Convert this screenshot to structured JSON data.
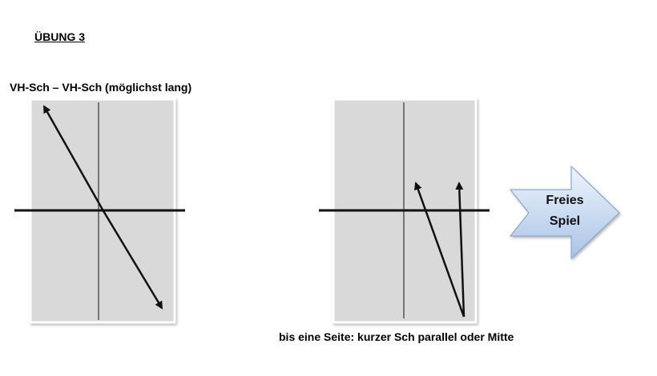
{
  "heading": "ÜBUNG 3",
  "left_diagram": {
    "title": "VH-Sch – VH-Sch (möglichst lang)"
  },
  "right_diagram": {
    "caption": "bis eine Seite: kurzer Sch parallel oder Mitte"
  },
  "next_arrow": {
    "label": "Freies\nSpiel"
  },
  "colors": {
    "court_fill": "#d9d9d9",
    "court_border": "#ffffff",
    "line": "#111111",
    "arrow_fill_top": "#e9f1fb",
    "arrow_fill_bottom": "#a9c3e6",
    "arrow_stroke": "#8aa8d3"
  }
}
